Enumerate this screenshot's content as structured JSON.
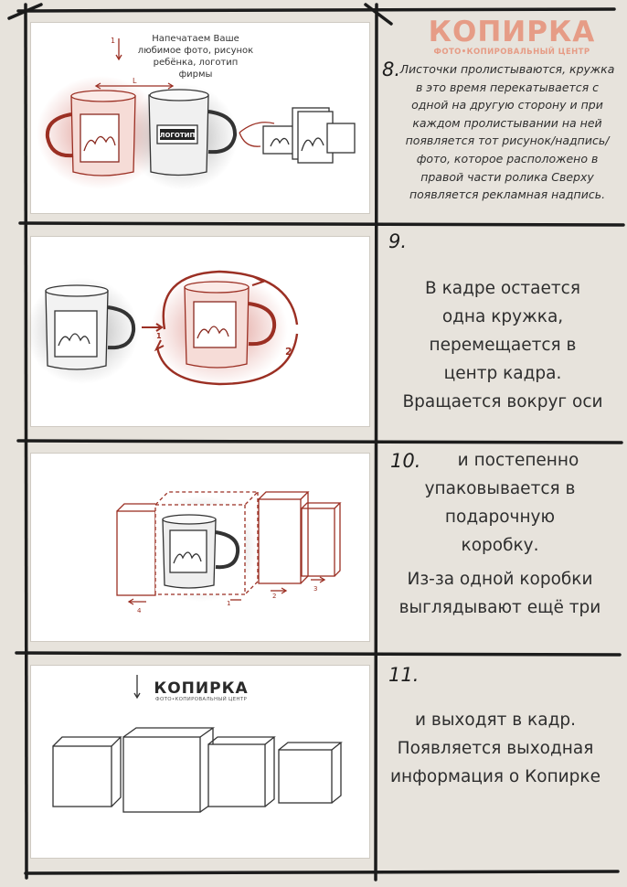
{
  "brand": {
    "name": "КОПИРКА",
    "tagline": "ФОТО•КОПИРОВАЛЬНЫЙ ЦЕНТР"
  },
  "scenes": [
    {
      "number": "8.",
      "text": "Листочки пролистываются, кружка в это время перекатывается с одной на другую сторону и при каждом пролистывании на ней появляется тот рисунок/надпись/ фото, которое расположено в правой части ролика Сверху появляется рекламная надпись.",
      "frame_caption": "Напечатаем Ваше любимое фото, рисунок ребёнка, логотип фирмы",
      "mug_label": "ЛОГОТИП",
      "marks": [
        "1",
        "L"
      ]
    },
    {
      "number": "9.",
      "text": "В кадре остается одна кружка, перемещается в центр кадра. Вращается вокруг оси",
      "marks": [
        "1",
        "2"
      ]
    },
    {
      "number": "10.",
      "text_a": "и постепенно упаковывается в подарочную коробку.",
      "text_b": "Из-за одной коробки выглядывают ещё три",
      "marks": [
        "1",
        "2",
        "3",
        "4"
      ]
    },
    {
      "number": "11.",
      "text": "и выходят в кадр. Появляется выходная информация о Копирке"
    }
  ],
  "colors": {
    "paper": "#e7e3dc",
    "accent": "#b33a2e",
    "brand": "#e69c86",
    "ink": "#2b2a2a"
  }
}
